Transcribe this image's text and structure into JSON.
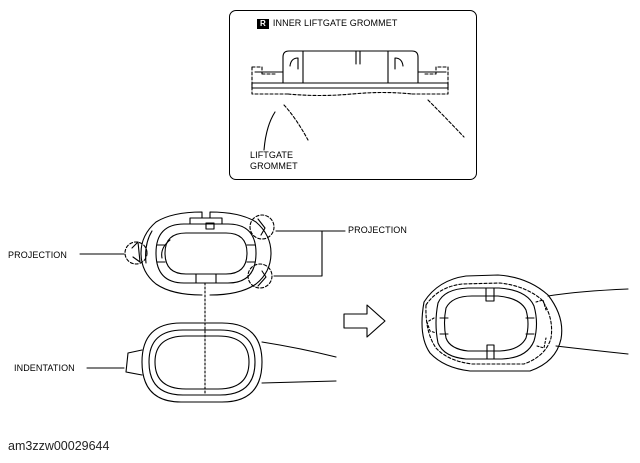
{
  "inset": {
    "badge": "R",
    "title": "INNER LIFTGATE GROMMET",
    "liftgate_label_line1": "LIFTGATE",
    "liftgate_label_line2": "GROMMET"
  },
  "labels": {
    "projection_left": "PROJECTION",
    "projection_right": "PROJECTION",
    "indentation": "INDENTATION"
  },
  "figure_code": "am3zzw00029644"
}
